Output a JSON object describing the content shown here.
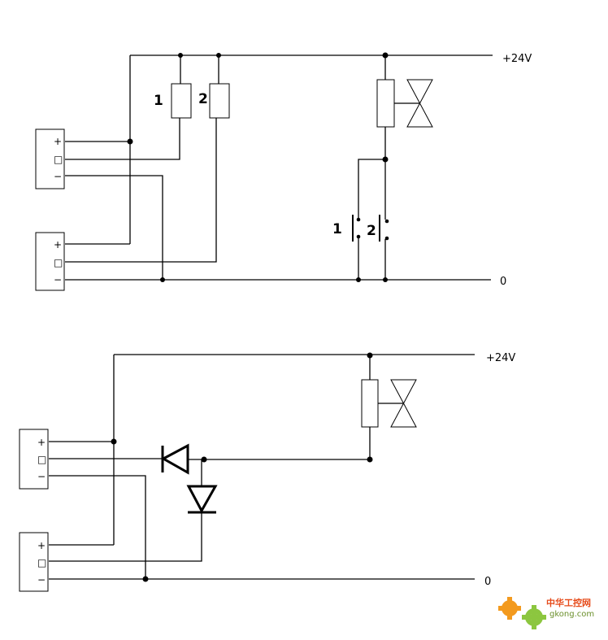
{
  "top_circuit": {
    "supply_label": "+24V",
    "ground_label": "0",
    "relay_coil_1_label": "1",
    "relay_coil_2_label": "2",
    "contact_1_label": "1",
    "contact_2_label": "2",
    "sensor_a": {
      "plus": "+",
      "signal": "□",
      "minus": "−"
    },
    "sensor_b": {
      "plus": "+",
      "signal": "□",
      "minus": "−"
    }
  },
  "bottom_circuit": {
    "supply_label": "+24V",
    "ground_label": "0",
    "sensor_a": {
      "plus": "+",
      "signal": "□",
      "minus": "−"
    },
    "sensor_b": {
      "plus": "+",
      "signal": "□",
      "minus": "−"
    }
  },
  "watermark": {
    "name_cn": "中华工控网",
    "site": "gkong.com"
  },
  "colors": {
    "line": "#000000",
    "watermark_orange": "#f39a1e",
    "watermark_green": "#8cc63f"
  }
}
